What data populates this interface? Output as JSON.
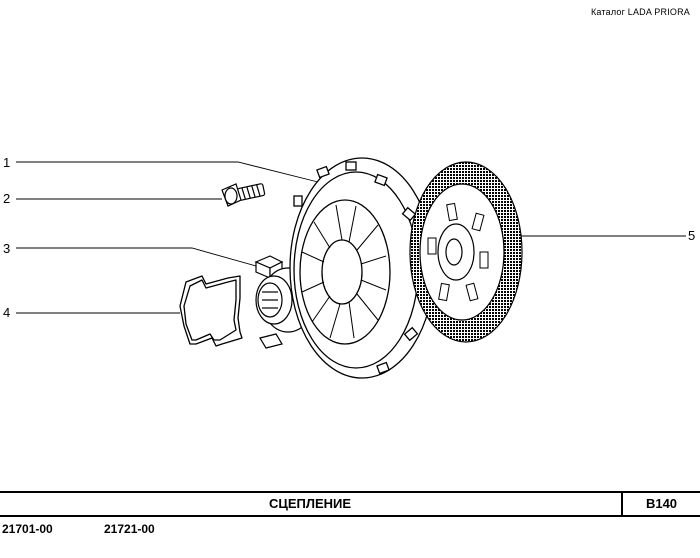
{
  "header": {
    "catalog_label": "Каталог  LADA  PRIORA"
  },
  "callouts": [
    {
      "number": "1"
    },
    {
      "number": "2"
    },
    {
      "number": "3"
    },
    {
      "number": "4"
    },
    {
      "number": "5"
    }
  ],
  "title_block": {
    "title": "СЦЕПЛЕНИЕ",
    "sheet_code": "B140"
  },
  "models": [
    "21701-00",
    "21721-00"
  ],
  "parts": [
    {
      "callout": "1",
      "icon": "clutch-pressure-plate-icon"
    },
    {
      "callout": "2",
      "icon": "bolt-icon"
    },
    {
      "callout": "3",
      "icon": "release-bearing-icon"
    },
    {
      "callout": "4",
      "icon": "retaining-spring-clip-icon"
    },
    {
      "callout": "5",
      "icon": "clutch-disc-icon"
    }
  ]
}
